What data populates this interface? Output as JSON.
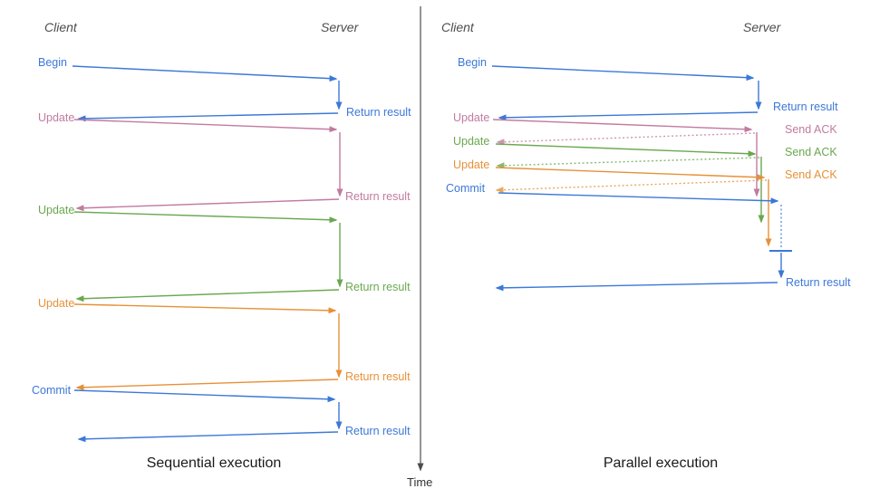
{
  "palette": {
    "blue": "#3c78d8",
    "pink": "#c27ba0",
    "green": "#6aa84f",
    "orange": "#e69138",
    "axis": "#4d4d4d",
    "caption": "#1a1a1a"
  },
  "left_panel": {
    "title": "Sequential execution",
    "client_header": "Client",
    "server_header": "Server",
    "exchanges": [
      {
        "request": "Begin",
        "response": "Return result",
        "color_key": "blue"
      },
      {
        "request": "Update",
        "response": "Return result",
        "color_key": "pink"
      },
      {
        "request": "Update",
        "response": "Return result",
        "color_key": "green"
      },
      {
        "request": "Update",
        "response": "Return result",
        "color_key": "orange"
      },
      {
        "request": "Commit",
        "response": "Return result",
        "color_key": "blue"
      }
    ]
  },
  "right_panel": {
    "title": "Parallel execution",
    "client_header": "Client",
    "server_header": "Server",
    "exchanges": [
      {
        "request": "Begin",
        "response": "Return result",
        "color_key": "blue"
      },
      {
        "request": "Update",
        "response": "Send ACK",
        "color_key": "pink"
      },
      {
        "request": "Update",
        "response": "Send ACK",
        "color_key": "green"
      },
      {
        "request": "Update",
        "response": "Send ACK",
        "color_key": "orange"
      },
      {
        "request": "Commit",
        "response": "Return result",
        "color_key": "blue"
      }
    ]
  },
  "time_axis": {
    "label": "Time"
  }
}
